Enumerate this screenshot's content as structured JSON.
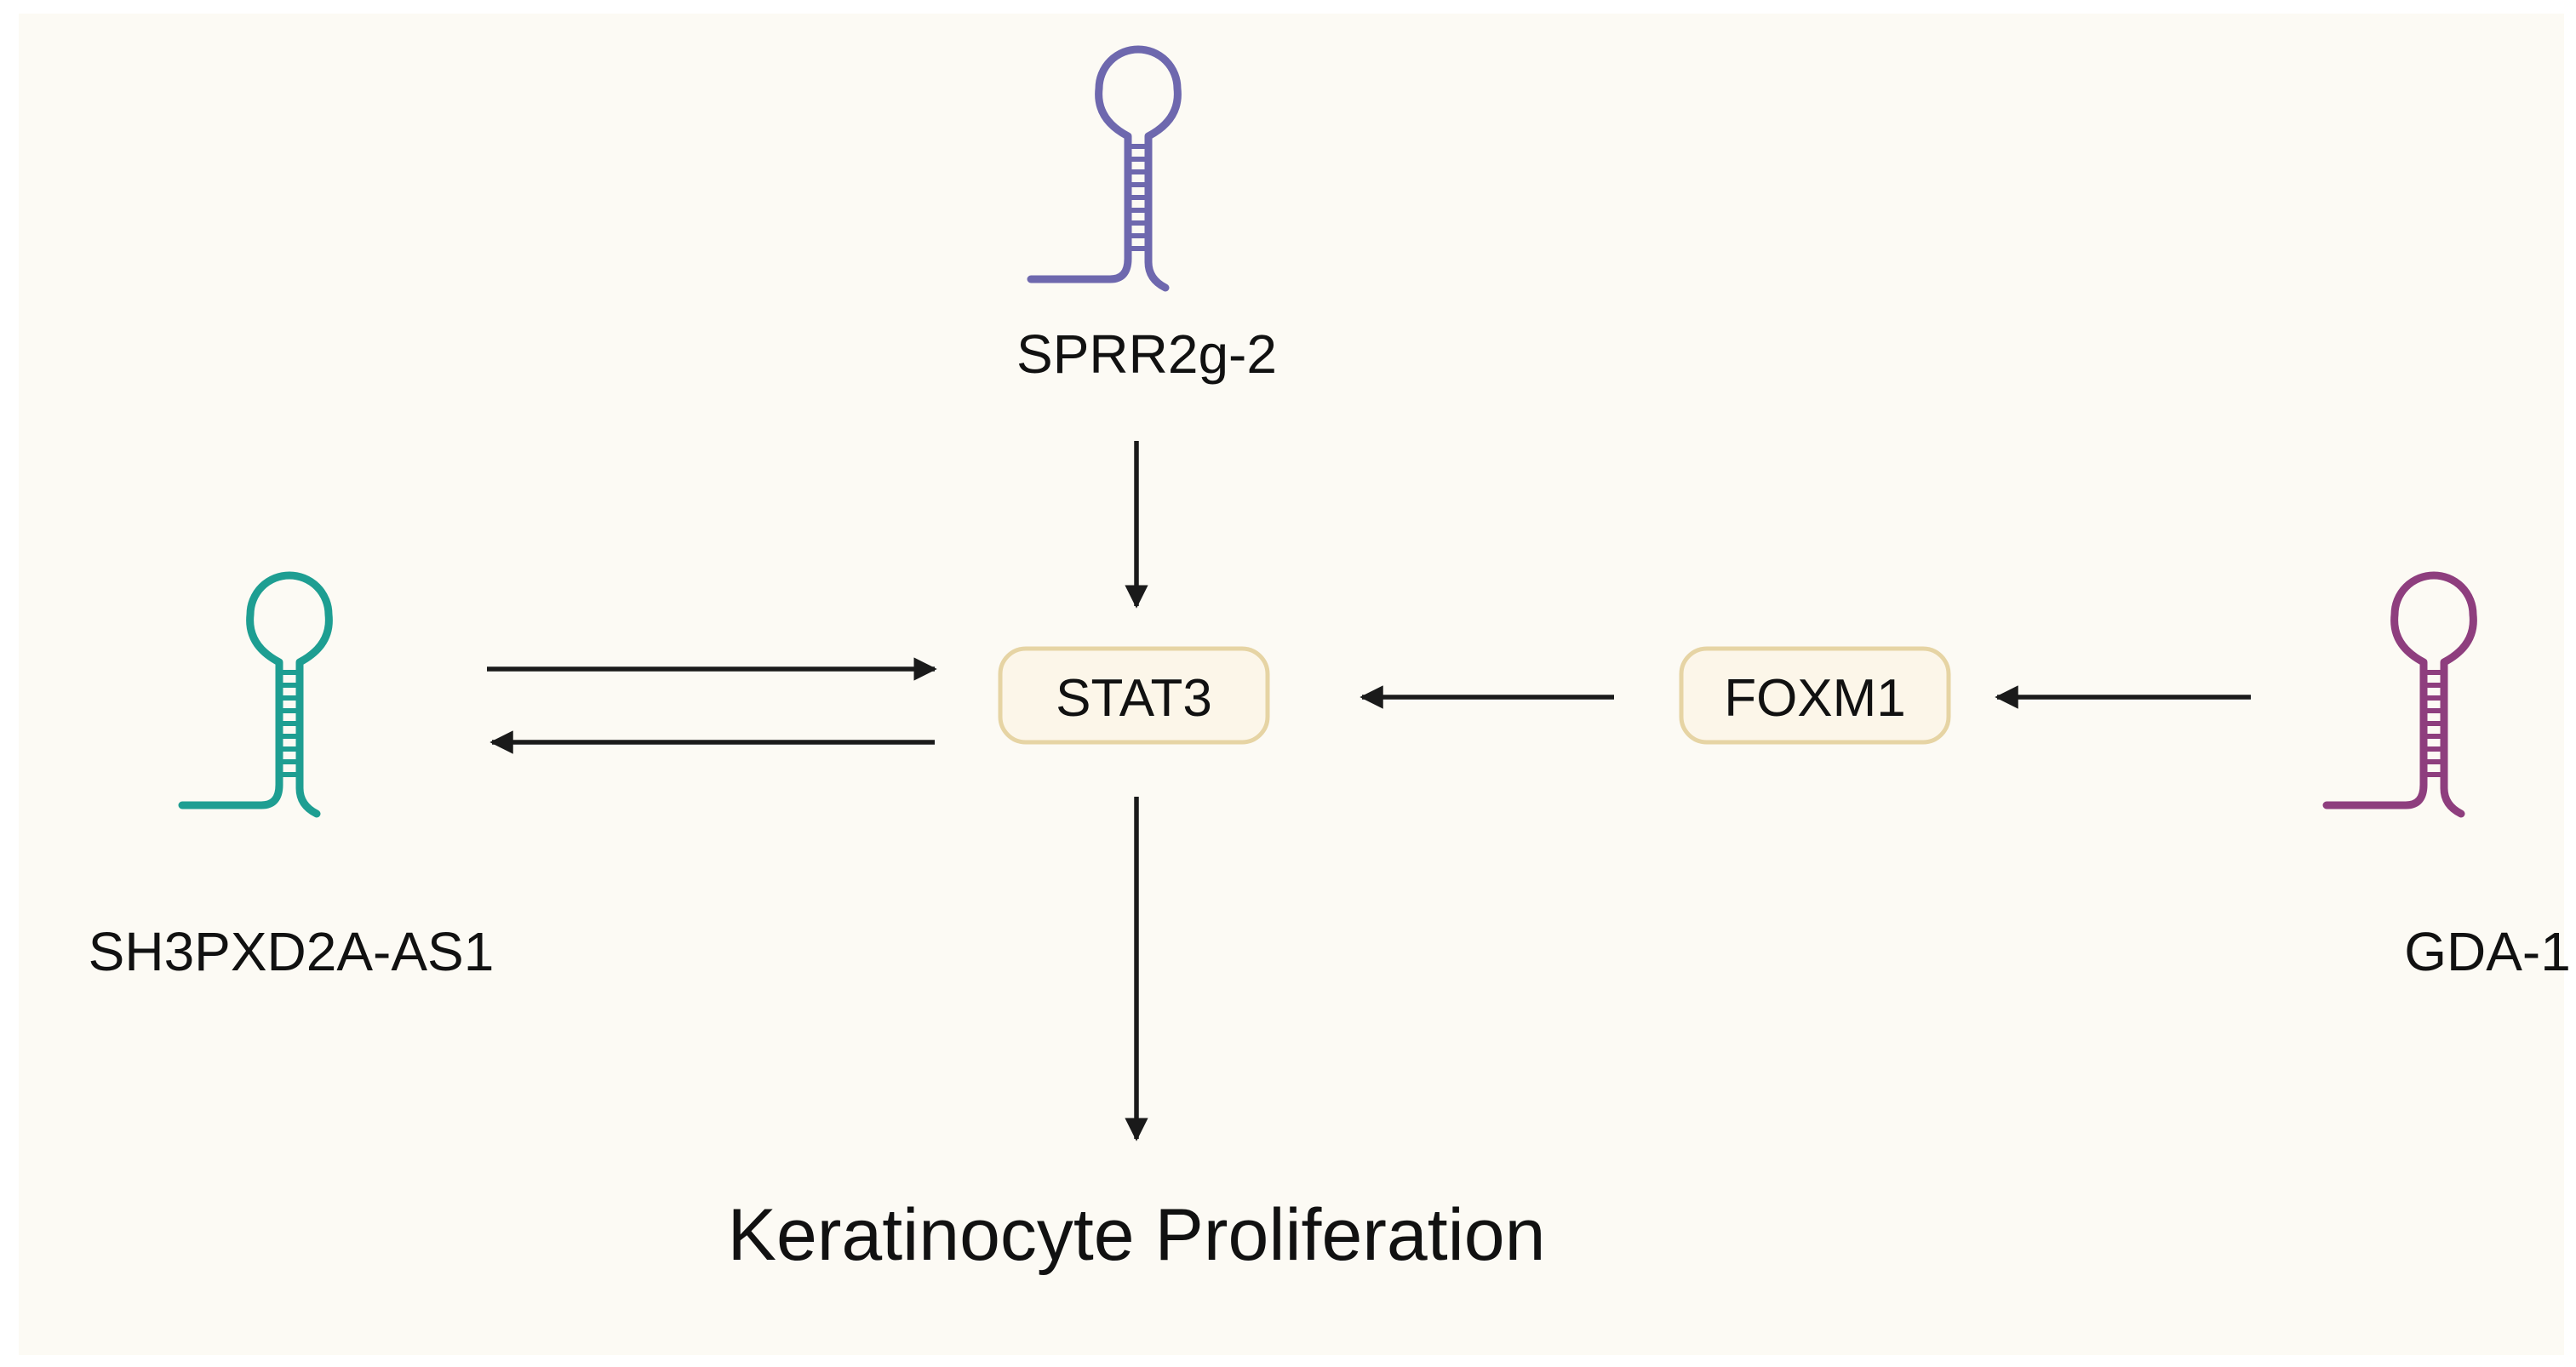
{
  "diagram": {
    "nodes": {
      "sprr": {
        "label": "SPRR2g-2",
        "kind": "lncRNA",
        "color": "#6E68AE"
      },
      "sh3": {
        "label": "SH3PXD2A-AS1",
        "kind": "lncRNA",
        "color": "#1E9E92"
      },
      "gda": {
        "label": "GDA-1",
        "kind": "lncRNA",
        "color": "#8E3E7E"
      },
      "stat3": {
        "label": "STAT3",
        "kind": "protein-box"
      },
      "foxm1": {
        "label": "FOXM1",
        "kind": "protein-box"
      },
      "outcome": {
        "label": "Keratinocyte Proliferation",
        "kind": "outcome"
      }
    },
    "edges": [
      {
        "from": "SPRR2g-2",
        "to": "STAT3"
      },
      {
        "from": "SH3PXD2A-AS1",
        "to": "STAT3"
      },
      {
        "from": "STAT3",
        "to": "SH3PXD2A-AS1"
      },
      {
        "from": "FOXM1",
        "to": "STAT3"
      },
      {
        "from": "GDA-1",
        "to": "FOXM1"
      },
      {
        "from": "STAT3",
        "to": "Keratinocyte Proliferation"
      }
    ],
    "colors": {
      "background": "#FCFAF4",
      "box_fill": "#FCF6E9",
      "box_border": "#E6D4A4",
      "arrow": "#1A1A1A"
    }
  }
}
